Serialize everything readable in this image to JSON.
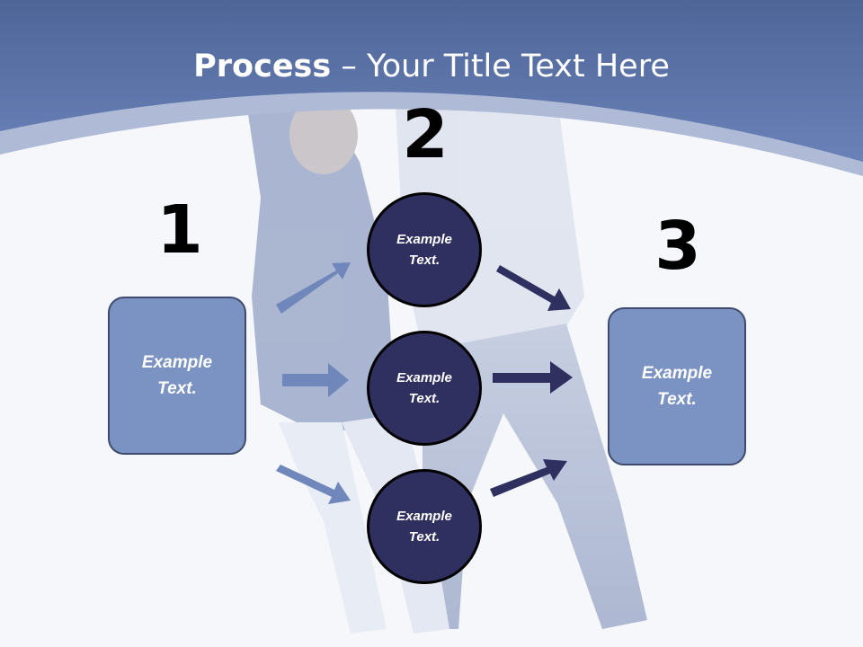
{
  "slide": {
    "title_bold": "Process",
    "title_rest": " – Your Title Text Here",
    "steps": [
      {
        "number": "1",
        "text": "Example Text."
      },
      {
        "number": "2",
        "items": [
          "Example Text.",
          "Example Text.",
          "Example Text."
        ]
      },
      {
        "number": "3",
        "text": "Example Text."
      }
    ]
  },
  "colors": {
    "header_blue": "#5a74a8",
    "box_fill": "#7b93c2",
    "circle_fill": "#303060",
    "arrow_light": "#6f87bb",
    "arrow_dark": "#303060"
  }
}
